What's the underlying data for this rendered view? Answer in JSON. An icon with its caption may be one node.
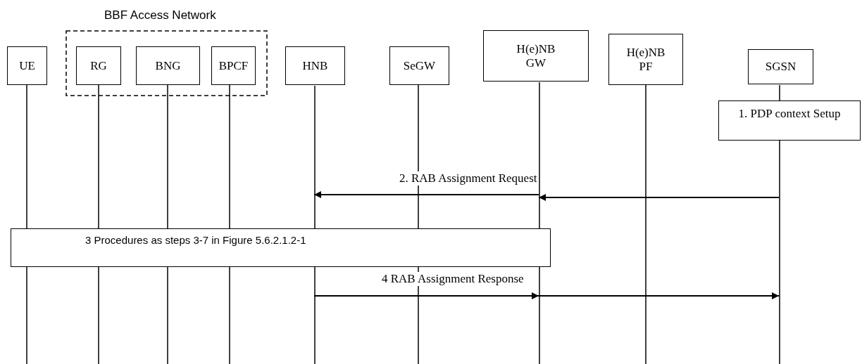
{
  "diagram": {
    "nodes": [
      {
        "text": [
          "UE"
        ]
      },
      {
        "text": [
          "BBF Access Network"
        ]
      },
      {
        "text": [
          "RG"
        ],
        "in": 1
      },
      {
        "text": [
          "BNG"
        ],
        "in": 1
      },
      {
        "text": [
          "BPCF"
        ],
        "in": 1
      },
      {
        "text": [
          "HNB"
        ]
      },
      {
        "text": [
          "SeGW"
        ]
      },
      {
        "text": [
          "H(e)NB GW"
        ]
      },
      {
        "text": [
          "H(e)NB PF"
        ]
      },
      {
        "text": [
          "SGSN"
        ]
      },
      {
        "text": [
          "1. PDP context Setup"
        ]
      },
      {
        "text": [
          "3 Procedures as steps 3-7 in Figure 5.6.2.1.2-1"
        ]
      }
    ],
    "edges": [
      {
        "from": 9,
        "to": 7,
        "arrow": "to"
      },
      {
        "from": 7,
        "to": 5,
        "arrow": "to",
        "label": "2.  RAB Assignment Request"
      },
      {
        "from": 5,
        "to": 7,
        "arrow": "to",
        "label": "4  RAB Assignment Response"
      },
      {
        "from": 7,
        "to": 9,
        "arrow": "to"
      }
    ]
  }
}
